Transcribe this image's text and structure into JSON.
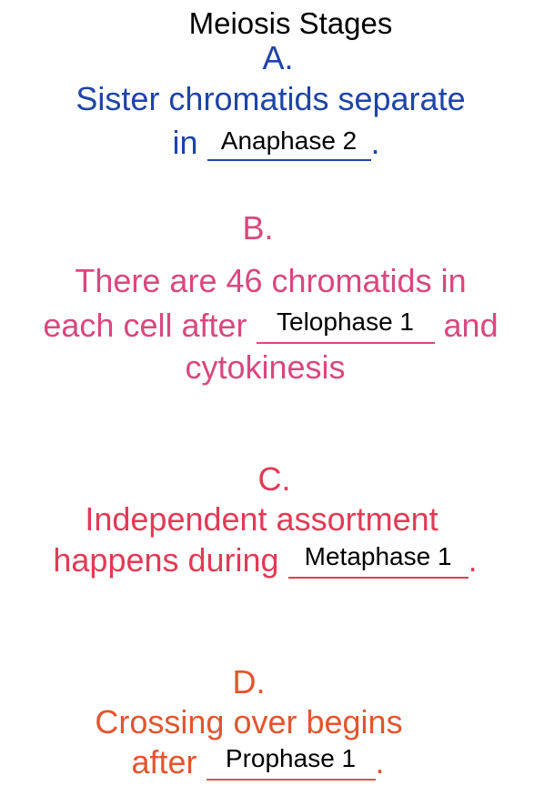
{
  "title": "Meiosis Stages",
  "colors": {
    "title": "#000000",
    "a": "#1f44a8",
    "b": "#d8487e",
    "c": "#e23a56",
    "d": "#e2552e",
    "answer": "#000000"
  },
  "questions": [
    {
      "letter": "A.",
      "line1": "Sister chromatids separate",
      "prefix": "in",
      "answer": "Anaphase 2",
      "suffix": "."
    },
    {
      "letter": "B.",
      "line1": "There are 46 chromatids in",
      "prefix": "each cell after",
      "answer": "Telophase 1",
      "suffix": "and",
      "line3": "cytokinesis"
    },
    {
      "letter": "C.",
      "line1": "Independent assortment",
      "prefix": "happens during",
      "answer": "Metaphase 1",
      "suffix": "."
    },
    {
      "letter": "D.",
      "line1": "Crossing over begins",
      "prefix": "after",
      "answer": "Prophase 1",
      "suffix": "."
    }
  ]
}
